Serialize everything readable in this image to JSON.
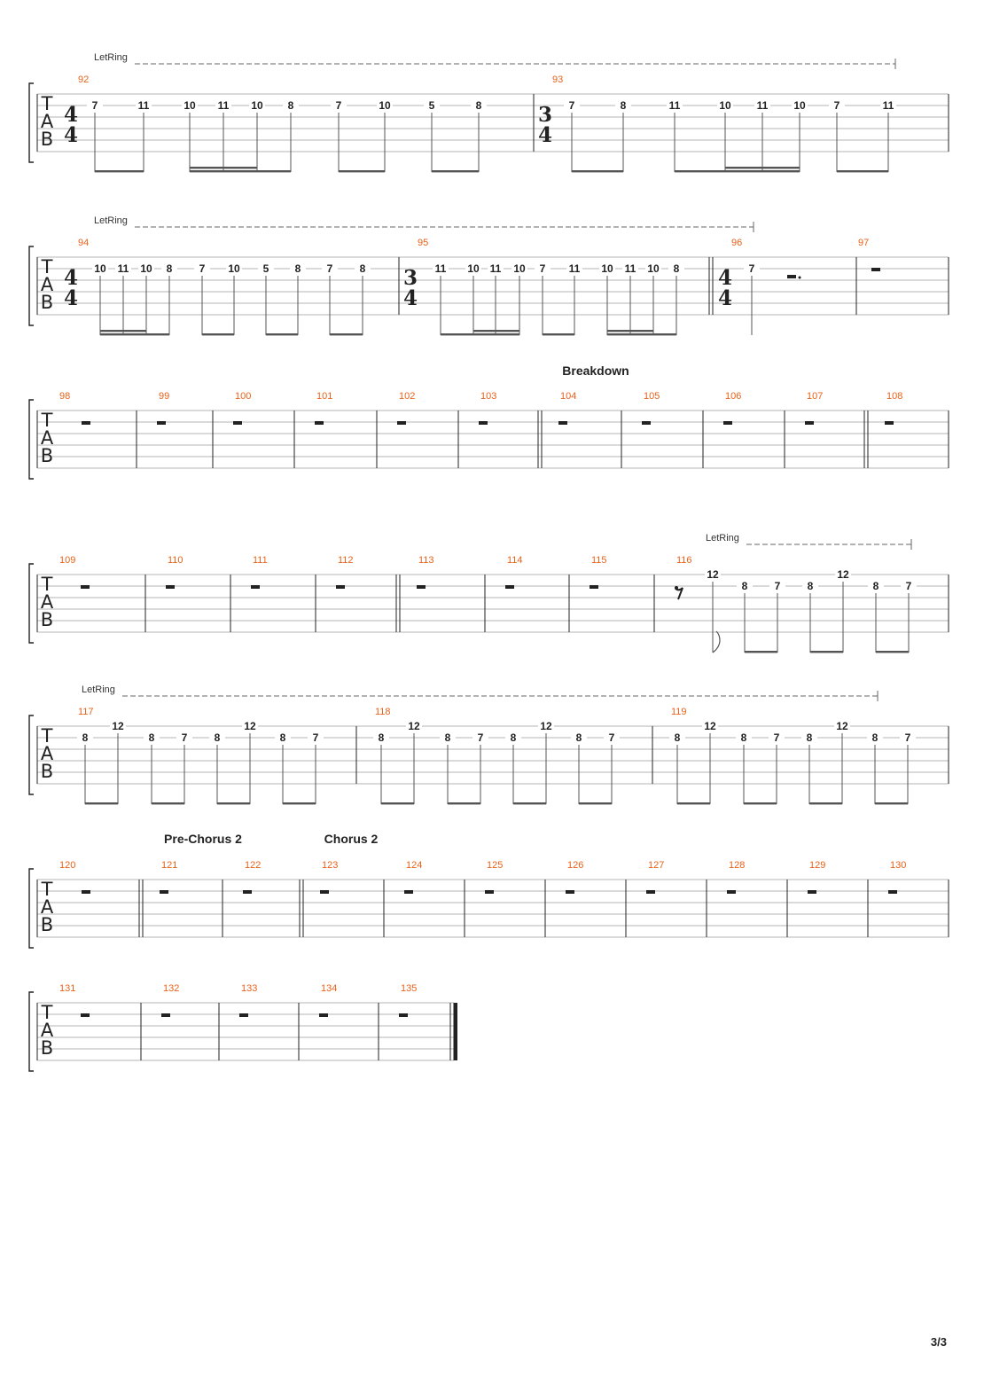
{
  "page": {
    "number": "3/3"
  },
  "labels": {
    "let_ring": "LetRing",
    "tab_letters": [
      "T",
      "A",
      "B"
    ]
  },
  "colors": {
    "measure_number": "#e8621a",
    "ink": "#222222",
    "staff_line": "#b4b4b4"
  },
  "systems": [
    {
      "let_ring": true,
      "measures": [
        {
          "number": "92",
          "time_signature": [
            "4",
            "4"
          ],
          "notes": [
            {
              "fret": "7",
              "string": 2
            },
            {
              "fret": "11",
              "string": 2
            },
            {
              "fret": "10",
              "string": 2
            },
            {
              "fret": "11",
              "string": 2
            },
            {
              "fret": "10",
              "string": 2
            },
            {
              "fret": "8",
              "string": 2
            },
            {
              "fret": "7",
              "string": 2
            },
            {
              "fret": "10",
              "string": 2
            },
            {
              "fret": "5",
              "string": 2
            },
            {
              "fret": "8",
              "string": 2
            }
          ],
          "beams": [
            {
              "notes": [
                0,
                1
              ],
              "level": 1
            },
            {
              "notes": [
                2,
                5
              ],
              "level": 1
            },
            {
              "notes": [
                2,
                4
              ],
              "level": 2
            },
            {
              "notes": [
                6,
                7
              ],
              "level": 1
            },
            {
              "notes": [
                8,
                9
              ],
              "level": 1
            }
          ]
        },
        {
          "number": "93",
          "time_signature": [
            "3",
            "4"
          ],
          "notes": [
            {
              "fret": "7",
              "string": 2
            },
            {
              "fret": "8",
              "string": 2
            },
            {
              "fret": "11",
              "string": 2
            },
            {
              "fret": "10",
              "string": 2
            },
            {
              "fret": "11",
              "string": 2
            },
            {
              "fret": "10",
              "string": 2
            },
            {
              "fret": "7",
              "string": 2
            },
            {
              "fret": "11",
              "string": 2
            }
          ],
          "beams": [
            {
              "notes": [
                0,
                1
              ],
              "level": 1
            },
            {
              "notes": [
                2,
                5
              ],
              "level": 1
            },
            {
              "notes": [
                3,
                5
              ],
              "level": 2
            },
            {
              "notes": [
                6,
                7
              ],
              "level": 1
            }
          ]
        }
      ]
    },
    {
      "let_ring": true,
      "measures": [
        {
          "number": "94",
          "time_signature": [
            "4",
            "4"
          ],
          "notes": [
            {
              "fret": "10",
              "string": 2
            },
            {
              "fret": "11",
              "string": 2
            },
            {
              "fret": "10",
              "string": 2
            },
            {
              "fret": "8",
              "string": 2
            },
            {
              "fret": "7",
              "string": 2
            },
            {
              "fret": "10",
              "string": 2
            },
            {
              "fret": "5",
              "string": 2
            },
            {
              "fret": "8",
              "string": 2
            },
            {
              "fret": "7",
              "string": 2
            },
            {
              "fret": "8",
              "string": 2
            }
          ],
          "beams": [
            {
              "notes": [
                0,
                3
              ],
              "level": 1
            },
            {
              "notes": [
                0,
                2
              ],
              "level": 2
            },
            {
              "notes": [
                4,
                5
              ],
              "level": 1
            },
            {
              "notes": [
                6,
                7
              ],
              "level": 1
            },
            {
              "notes": [
                8,
                9
              ],
              "level": 1
            }
          ]
        },
        {
          "number": "95",
          "time_signature": [
            "3",
            "4"
          ],
          "notes": [
            {
              "fret": "11",
              "string": 2
            },
            {
              "fret": "10",
              "string": 2
            },
            {
              "fret": "11",
              "string": 2
            },
            {
              "fret": "10",
              "string": 2
            },
            {
              "fret": "7",
              "string": 2
            },
            {
              "fret": "11",
              "string": 2
            },
            {
              "fret": "10",
              "string": 2
            },
            {
              "fret": "11",
              "string": 2
            },
            {
              "fret": "10",
              "string": 2
            },
            {
              "fret": "8",
              "string": 2
            }
          ],
          "beams": [
            {
              "notes": [
                0,
                3
              ],
              "level": 1
            },
            {
              "notes": [
                1,
                3
              ],
              "level": 2
            },
            {
              "notes": [
                4,
                5
              ],
              "level": 1
            },
            {
              "notes": [
                6,
                9
              ],
              "level": 1
            },
            {
              "notes": [
                6,
                8
              ],
              "level": 2
            }
          ]
        },
        {
          "number": "96",
          "time_signature": [
            "4",
            "4"
          ],
          "repeat_start": true,
          "notes": [
            {
              "fret": "7",
              "string": 2
            }
          ],
          "stem_only": true,
          "dotted_half_rest": true
        },
        {
          "number": "97",
          "rest": true
        }
      ]
    },
    {
      "section": "Breakdown",
      "measures": [
        {
          "number": "98",
          "rest": true
        },
        {
          "number": "99",
          "rest": true
        },
        {
          "number": "100",
          "rest": true
        },
        {
          "number": "101",
          "rest": true
        },
        {
          "number": "102",
          "rest": true
        },
        {
          "number": "103",
          "rest": true
        },
        {
          "number": "104",
          "rest": true
        },
        {
          "number": "105",
          "rest": true
        },
        {
          "number": "106",
          "rest": true
        },
        {
          "number": "107",
          "rest": true
        },
        {
          "number": "108",
          "rest": true
        }
      ]
    },
    {
      "let_ring_partial": true,
      "measures": [
        {
          "number": "109",
          "rest": true
        },
        {
          "number": "110",
          "rest": true
        },
        {
          "number": "111",
          "rest": true
        },
        {
          "number": "112",
          "rest": true
        },
        {
          "number": "113",
          "rest": true
        },
        {
          "number": "114",
          "rest": true
        },
        {
          "number": "115",
          "rest": true
        },
        {
          "number": "116",
          "eighth_rest": true,
          "notes": [
            {
              "fret": "12",
              "string": 1
            },
            {
              "fret": "8",
              "string": 2
            },
            {
              "fret": "7",
              "string": 2
            },
            {
              "fret": "8",
              "string": 2
            },
            {
              "fret": "12",
              "string": 1
            },
            {
              "fret": "8",
              "string": 2
            },
            {
              "fret": "7",
              "string": 2
            }
          ],
          "flag_note": 0,
          "beams": [
            {
              "notes": [
                1,
                2
              ],
              "level": 1
            },
            {
              "notes": [
                3,
                4
              ],
              "level": 1
            },
            {
              "notes": [
                5,
                6
              ],
              "level": 1
            }
          ]
        }
      ]
    },
    {
      "let_ring": true,
      "measures": [
        {
          "number": "117",
          "notes": [
            {
              "fret": "8",
              "string": 2
            },
            {
              "fret": "12",
              "string": 1
            },
            {
              "fret": "8",
              "string": 2
            },
            {
              "fret": "7",
              "string": 2
            },
            {
              "fret": "8",
              "string": 2
            },
            {
              "fret": "12",
              "string": 1
            },
            {
              "fret": "8",
              "string": 2
            },
            {
              "fret": "7",
              "string": 2
            }
          ],
          "beams": [
            {
              "notes": [
                0,
                1
              ],
              "level": 1
            },
            {
              "notes": [
                2,
                3
              ],
              "level": 1
            },
            {
              "notes": [
                4,
                5
              ],
              "level": 1
            },
            {
              "notes": [
                6,
                7
              ],
              "level": 1
            }
          ]
        },
        {
          "number": "118",
          "notes": [
            {
              "fret": "8",
              "string": 2
            },
            {
              "fret": "12",
              "string": 1
            },
            {
              "fret": "8",
              "string": 2
            },
            {
              "fret": "7",
              "string": 2
            },
            {
              "fret": "8",
              "string": 2
            },
            {
              "fret": "12",
              "string": 1
            },
            {
              "fret": "8",
              "string": 2
            },
            {
              "fret": "7",
              "string": 2
            }
          ],
          "beams": [
            {
              "notes": [
                0,
                1
              ],
              "level": 1
            },
            {
              "notes": [
                2,
                3
              ],
              "level": 1
            },
            {
              "notes": [
                4,
                5
              ],
              "level": 1
            },
            {
              "notes": [
                6,
                7
              ],
              "level": 1
            }
          ]
        },
        {
          "number": "119",
          "notes": [
            {
              "fret": "8",
              "string": 2
            },
            {
              "fret": "12",
              "string": 1
            },
            {
              "fret": "8",
              "string": 2
            },
            {
              "fret": "7",
              "string": 2
            },
            {
              "fret": "8",
              "string": 2
            },
            {
              "fret": "12",
              "string": 1
            },
            {
              "fret": "8",
              "string": 2
            },
            {
              "fret": "7",
              "string": 2
            }
          ],
          "beams": [
            {
              "notes": [
                0,
                1
              ],
              "level": 1
            },
            {
              "notes": [
                2,
                3
              ],
              "level": 1
            },
            {
              "notes": [
                4,
                5
              ],
              "level": 1
            },
            {
              "notes": [
                6,
                7
              ],
              "level": 1
            }
          ]
        }
      ]
    },
    {
      "sections": [
        {
          "label": "Pre-Chorus 2",
          "at_measure": 1
        },
        {
          "label": "Chorus 2",
          "at_measure": 3
        }
      ],
      "measures": [
        {
          "number": "120",
          "rest": true
        },
        {
          "number": "121",
          "rest": true
        },
        {
          "number": "122",
          "rest": true
        },
        {
          "number": "123",
          "rest": true
        },
        {
          "number": "124",
          "rest": true
        },
        {
          "number": "125",
          "rest": true
        },
        {
          "number": "126",
          "rest": true
        },
        {
          "number": "127",
          "rest": true
        },
        {
          "number": "128",
          "rest": true
        },
        {
          "number": "129",
          "rest": true
        },
        {
          "number": "130",
          "rest": true
        }
      ]
    },
    {
      "final": true,
      "measures": [
        {
          "number": "131",
          "rest": true
        },
        {
          "number": "132",
          "rest": true
        },
        {
          "number": "133",
          "rest": true
        },
        {
          "number": "134",
          "rest": true
        },
        {
          "number": "135",
          "rest": true
        }
      ]
    }
  ]
}
